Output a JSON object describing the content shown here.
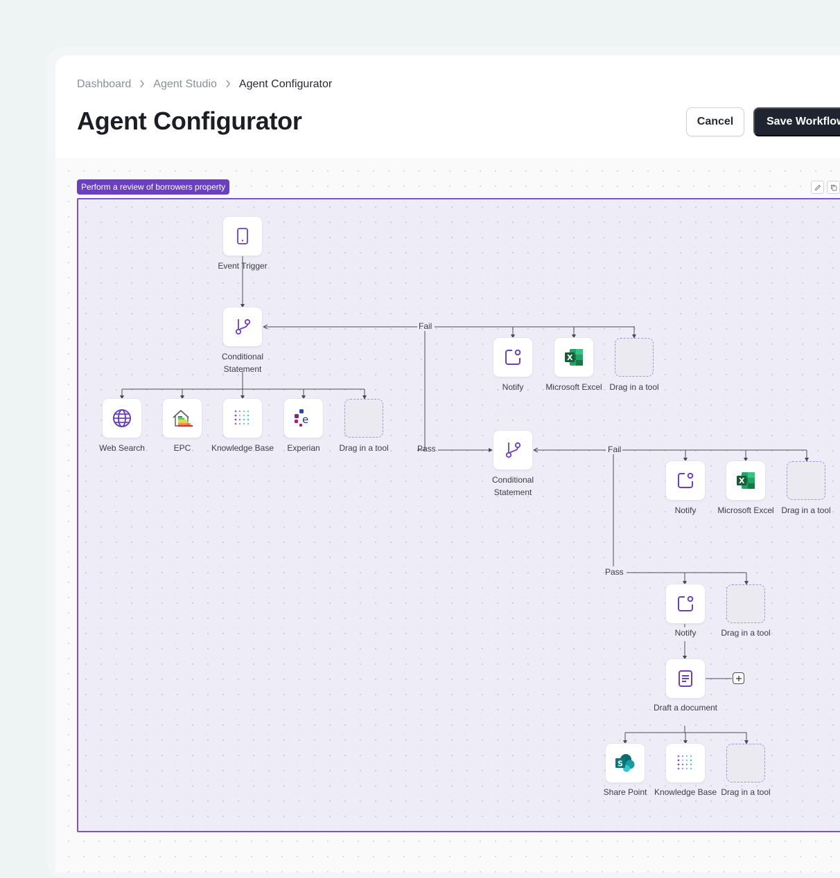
{
  "breadcrumb": [
    "Dashboard",
    "Agent Studio",
    "Agent Configurator"
  ],
  "page_title": "Agent Configurator",
  "actions": {
    "cancel": "Cancel",
    "save": "Save Workflow"
  },
  "group": {
    "label": "Perform a review of borrowers property"
  },
  "edges": {
    "fail": "Fail",
    "pass": "Pass"
  },
  "nodes": {
    "event_trigger": "Event Trigger",
    "conditional": "Conditional Statement",
    "web_search": "Web Search",
    "epc": "EPC",
    "knowledge_base": "Knowledge Base",
    "experian": "Experian",
    "drag_in": "Drag in a tool",
    "notify": "Notify",
    "excel": "Microsoft Excel",
    "draft": "Draft a document",
    "share_point": "Share Point"
  },
  "colors": {
    "accent": "#6a3fc2",
    "save_button": "#1f2430",
    "excel_green": "#1e7145",
    "sharepoint_teal": "#0b7a76"
  }
}
